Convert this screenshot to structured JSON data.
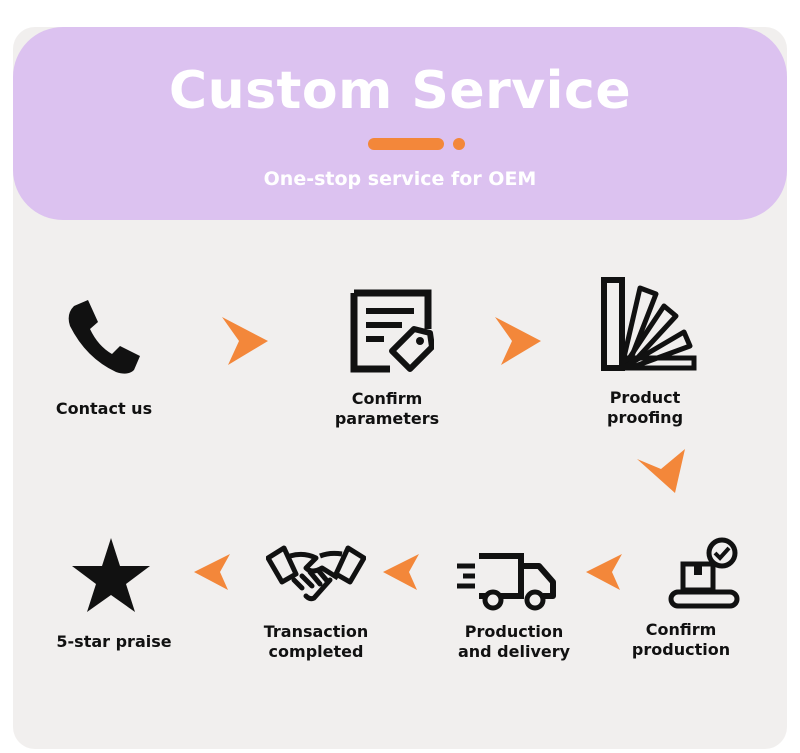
{
  "header": {
    "title": "Custom Service",
    "subtitle": "One-stop service for OEM"
  },
  "colors": {
    "header_bg": "#dcc2f0",
    "card_bg": "#f1efee",
    "accent": "#f3873a",
    "icon": "#111111"
  },
  "steps": [
    {
      "label": "Contact us",
      "icon": "phone-icon"
    },
    {
      "label": "Confirm\nparameters",
      "icon": "document-tag-icon"
    },
    {
      "label": "Product\nproofing",
      "icon": "color-swatch-fan-icon"
    },
    {
      "label": "Confirm\nproduction",
      "icon": "package-check-icon"
    },
    {
      "label": "Production\nand delivery",
      "icon": "delivery-truck-icon"
    },
    {
      "label": "Transaction\ncompleted",
      "icon": "handshake-icon"
    },
    {
      "label": "5-star praise",
      "icon": "star-icon"
    }
  ]
}
